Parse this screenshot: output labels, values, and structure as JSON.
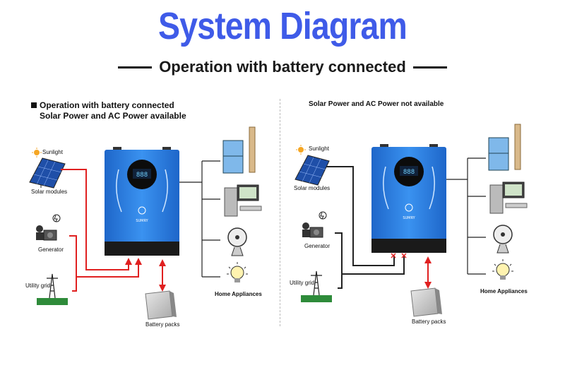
{
  "header": {
    "title": "System Diagram",
    "subtitle": "Operation with battery connected"
  },
  "left_panel": {
    "heading_line1": "Operation with battery connected",
    "heading_line2": "Solar Power and AC Power available",
    "sunlight": "Sunlight",
    "solar_modules": "Solar modules",
    "generator": "Generator",
    "utility_grid": "Utility grid",
    "battery_packs": "Battery packs",
    "home_appliances": "Home Appliances",
    "brand": "SUMRY"
  },
  "right_panel": {
    "heading": "Solar Power and AC Power not available",
    "sunlight": "Sunlight",
    "solar_modules": "Solar modules",
    "generator": "Generator",
    "utility_grid": "Utility grid",
    "battery_packs": "Battery packs",
    "home_appliances": "Home Appliances",
    "brand": "SUMRY"
  },
  "colors": {
    "title": "#3f5be8",
    "active_line": "#e02020",
    "inactive_line": "#222222",
    "inverter": "#2f7fe0"
  }
}
